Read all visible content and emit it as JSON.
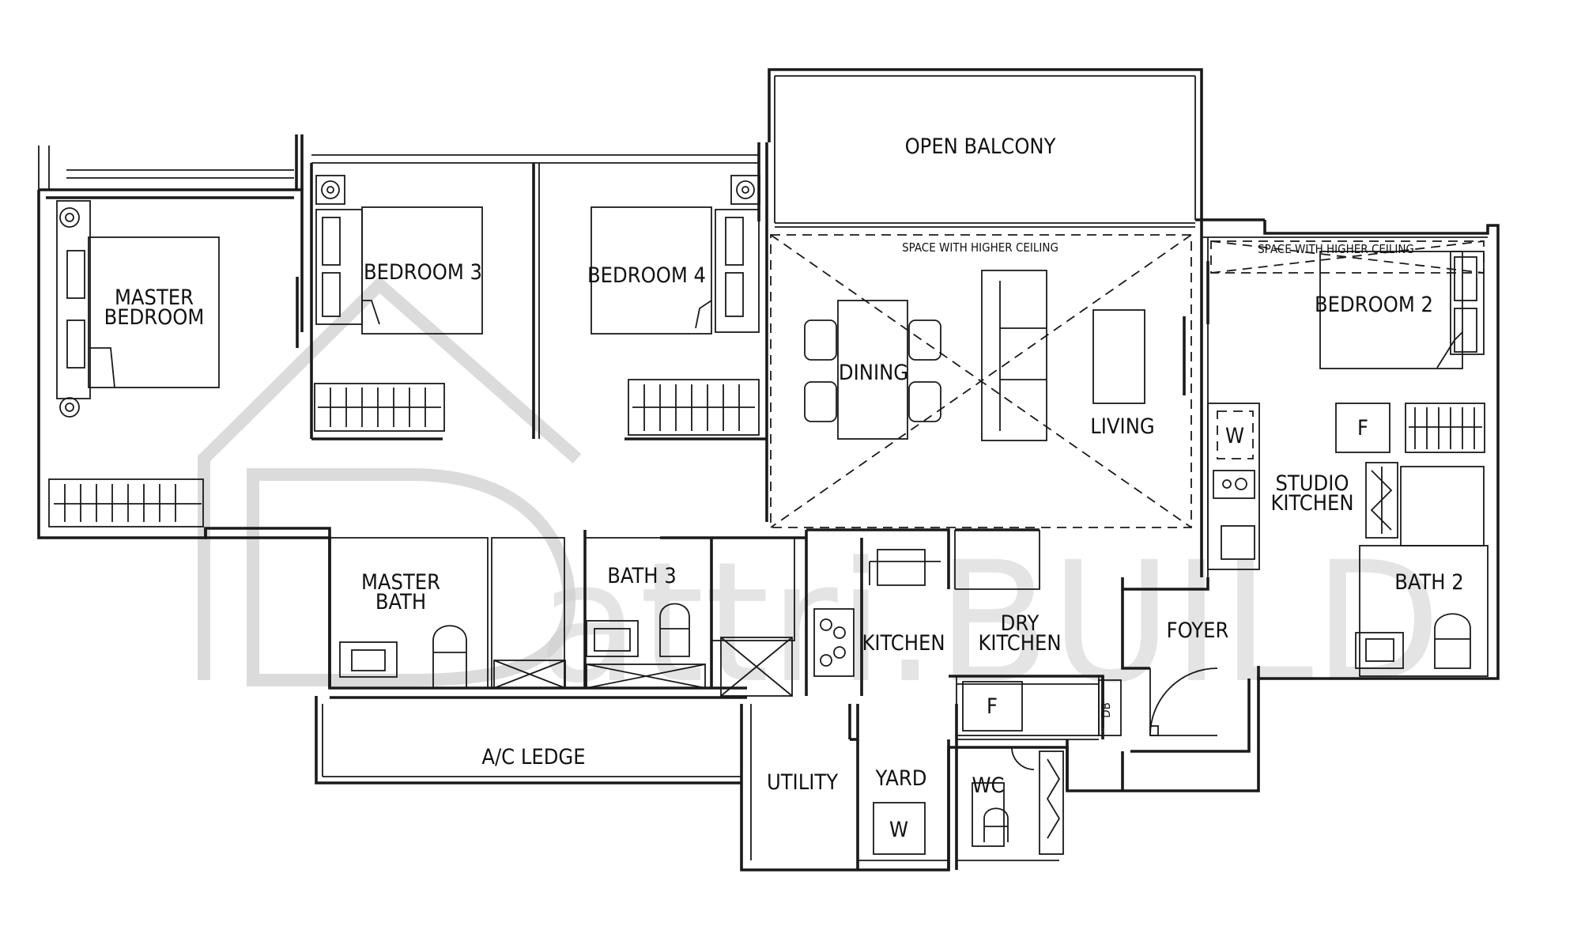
{
  "rooms": {
    "open_balcony": "OPEN BALCONY",
    "master_bedroom_1": "MASTER",
    "master_bedroom_2": "BEDROOM",
    "bedroom3": "BEDROOM 3",
    "bedroom4": "BEDROOM 4",
    "bedroom2": "BEDROOM 2",
    "dining": "DINING",
    "living": "LIVING",
    "studio_kitchen_1": "STUDIO",
    "studio_kitchen_2": "KITCHEN",
    "master_bath_1": "MASTER",
    "master_bath_2": "BATH",
    "bath3": "BATH 3",
    "bath2": "BATH 2",
    "kitchen": "KITCHEN",
    "dry_kitchen_1": "DRY",
    "dry_kitchen_2": "KITCHEN",
    "foyer": "FOYER",
    "ac_ledge": "A/C LEDGE",
    "utility": "UTILITY",
    "yard": "YARD",
    "wc": "WC"
  },
  "notes": {
    "higher_ceiling_living": "SPACE WITH HIGHER CEILING",
    "higher_ceiling_bedroom2": "SPACE WITH HIGHER CEILING"
  },
  "fixtures": {
    "washer_studio": "W",
    "fridge_studio": "F",
    "fridge_dry_kitchen": "F",
    "db": "DB",
    "washer_yard": "W"
  },
  "watermark": "attri.BUILD"
}
